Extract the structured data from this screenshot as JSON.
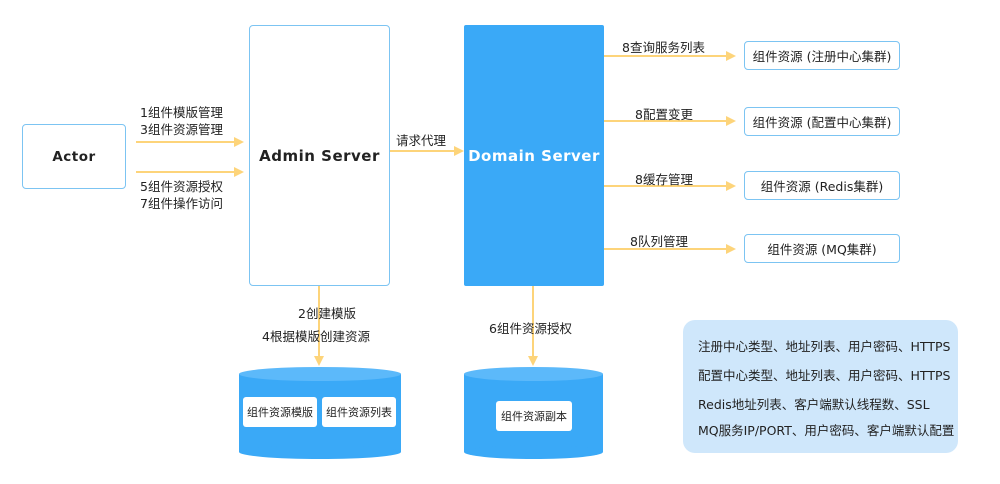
{
  "actor": "Actor",
  "admin_server": "Admin Server",
  "domain_server": "Domain Server",
  "actor_to_admin": {
    "top": [
      "1组件模版管理",
      "3组件资源管理"
    ],
    "bottom": [
      "5组件资源授权",
      "7组件操作访问"
    ]
  },
  "admin_to_domain": "请求代理",
  "domain_outputs": [
    {
      "label": "8查询服务列表",
      "target": "组件资源 (注册中心集群)"
    },
    {
      "label": "8配置变更",
      "target": "组件资源 (配置中心集群)"
    },
    {
      "label": "8缓存管理",
      "target": "组件资源 (Redis集群)"
    },
    {
      "label": "8队列管理",
      "target": "组件资源 (MQ集群)"
    }
  ],
  "admin_to_db": [
    "2创建模版",
    "4根据模版创建资源"
  ],
  "admin_db": [
    "组件资源模版",
    "组件资源列表"
  ],
  "domain_to_db": "6组件资源授权",
  "domain_db": [
    "组件资源副本"
  ],
  "notes": [
    "注册中心类型、地址列表、用户密码、HTTPS",
    "配置中心类型、地址列表、用户密码、HTTPS",
    "Redis地址列表、客户端默认线程数、SSL",
    "MQ服务IP/PORT、用户密码、客户端默认配置"
  ],
  "colors": {
    "arrow": "#fdd47a",
    "primary": "#3aa9f7",
    "outline": "#7cc4f2",
    "note_bg": "#cfe7fb"
  }
}
